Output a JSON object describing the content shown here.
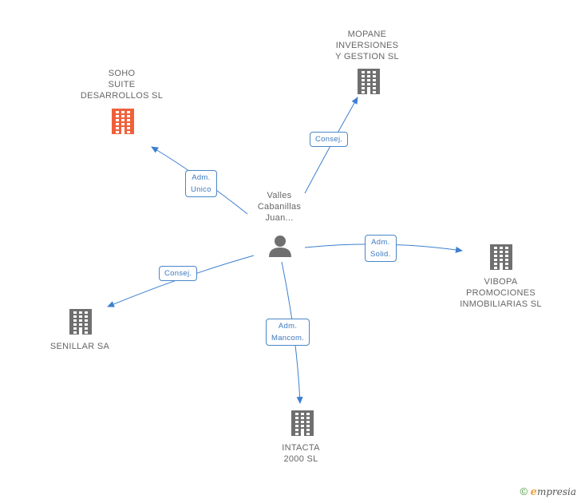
{
  "center": {
    "lines": [
      "Valles",
      "Cabanillas",
      "Juan..."
    ]
  },
  "companies": [
    {
      "id": "soho",
      "lines": [
        "SOHO",
        "SUITE",
        "DESARROLLOS SL"
      ],
      "color": "#f0603a"
    },
    {
      "id": "mopane",
      "lines": [
        "MOPANE",
        "INVERSIONES",
        "Y GESTION SL"
      ],
      "color": "#6f6f6f"
    },
    {
      "id": "vibopa",
      "lines": [
        "VIBOPA",
        "PROMOCIONES",
        "INMOBILIARIAS SL"
      ],
      "color": "#6f6f6f"
    },
    {
      "id": "senillar",
      "lines": [
        "SENILLAR SA"
      ],
      "color": "#6f6f6f"
    },
    {
      "id": "intacta",
      "lines": [
        "INTACTA",
        "2000 SL"
      ],
      "color": "#6f6f6f"
    }
  ],
  "relations": [
    {
      "to": "soho",
      "lines": [
        "Adm.",
        "Unico"
      ]
    },
    {
      "to": "mopane",
      "lines": [
        "Consej."
      ]
    },
    {
      "to": "vibopa",
      "lines": [
        "Adm.",
        "Solid."
      ]
    },
    {
      "to": "senillar",
      "lines": [
        "Consej."
      ]
    },
    {
      "to": "intacta",
      "lines": [
        "Adm.",
        "Mancom."
      ]
    }
  ],
  "colors": {
    "edge": "#3d7fcf",
    "person": "#6f6f6f"
  },
  "footer": {
    "symbol": "©",
    "brand_initial": "e",
    "brand_rest": "mpresia"
  }
}
